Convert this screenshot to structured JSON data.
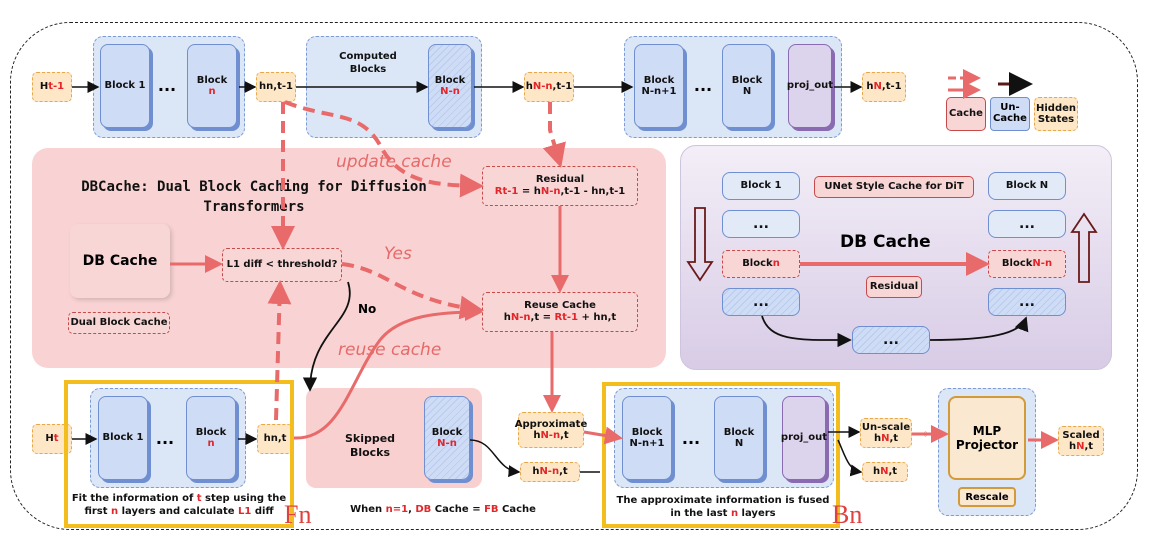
{
  "top_row": {
    "h_in": {
      "a": "H ",
      "b": "t-1"
    },
    "block1": "Block 1",
    "dots": "...",
    "block_n": {
      "a": "Block",
      "b": "n"
    },
    "hn_t1": "hn,t-1",
    "computed_label": "Computed\nBlocks",
    "block_Nn": {
      "a": "Block",
      "b": "N-n"
    },
    "hNn_t1": {
      "a": "h",
      "b": "N-n",
      "c": ",t-1"
    },
    "block_Nn1": "Block\nN-n+1",
    "block_N": "Block\nN",
    "proj_out": "proj_out",
    "hN_t1": {
      "a": "h",
      "b": "N",
      "c": ",t-1"
    }
  },
  "legend": {
    "cache": "Cache",
    "uncache": "Un-\nCache",
    "hidden": "Hidden\nStates"
  },
  "pink_panel": {
    "title": "DBCache: Dual Block Caching for Diffusion\nTransformers",
    "db_cache": "DB Cache",
    "dual_block_cache": "Dual Block Cache",
    "l1": "L1 diff < threshold?",
    "yes": "Yes",
    "no": "No",
    "update_cache": "update cache",
    "reuse_cache_label": "reuse cache",
    "residual_title": "Residual",
    "residual_formula": {
      "a": "Rt-1",
      "b": " = h",
      "c": "N-n",
      ",d": "",
      "d2": ",t-1 - hn,t-1"
    },
    "reuse_title": "Reuse Cache",
    "reuse_formula": {
      "a": "hN-n,t = ",
      "b": "Rt-1",
      "c": " + hn,t"
    }
  },
  "purple_panel": {
    "block1": "Block 1",
    "title_tag": "UNet Style Cache for DiT",
    "blockN": "Block N",
    "dots": "...",
    "db_cache": "DB Cache",
    "block_n": {
      "a": "Block ",
      "b": "n"
    },
    "block_Nn": {
      "a": "Block ",
      "b": "N-n"
    },
    "residual": "Residual"
  },
  "bottom_row": {
    "h_in": {
      "a": "H ",
      "b": "t"
    },
    "block1": "Block 1",
    "dots": "...",
    "block_n": {
      "a": "Block",
      "b": "n"
    },
    "hn_t": "hn,t",
    "skipped": "Skipped\nBlocks",
    "block_Nn": {
      "a": "Block",
      "b": "N-n"
    },
    "approx": {
      "a": "Approximate",
      "b": "hN-n,t"
    },
    "hNn_t": {
      "a": "h",
      "b": "N-n",
      "c": ",t"
    },
    "block_Nn1": "Block\nN-n+1",
    "block_N": "Block\nN",
    "proj_out": "proj_out",
    "unscale": {
      "a": "Un-scale",
      "b": "hN,t"
    },
    "hN_t": {
      "a": "h",
      "b": "N",
      "c": ",t"
    },
    "mlp": "MLP\nProjector",
    "rescale": "Rescale",
    "scaled": {
      "a": "Scaled",
      "b": "hN,t"
    }
  },
  "captions": {
    "fn_caption": {
      "a": "Fit the information of ",
      "b": "t",
      "c": " step using the\nfirst ",
      "d": "n",
      "e": " layers and calculate ",
      "f": "L1",
      "g": " diff"
    },
    "when": {
      "a": "When ",
      "b": "n=1",
      "c": ", ",
      "d": "DB",
      "e": " Cache = ",
      "f": "FB",
      "g": " Cache"
    },
    "bn_caption": {
      "a": "The approximate information is fused\nin the last ",
      "b": "n",
      "c": " layers"
    },
    "Fn": "Fn",
    "Bn": "Bn"
  },
  "colors": {
    "cache_arrow": "#e86a6a",
    "uncache_arrow": "#5a1a1a",
    "highlight": "#f2bd1d",
    "red_text": "#e2262a"
  }
}
